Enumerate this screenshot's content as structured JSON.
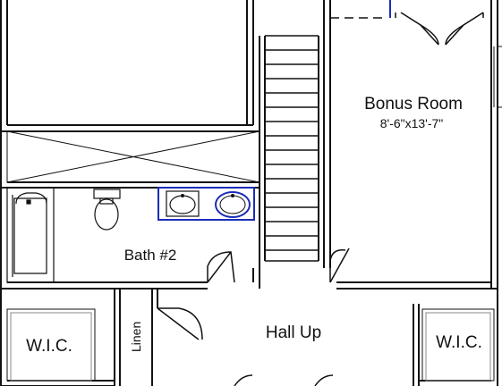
{
  "rooms": {
    "bonus": {
      "name": "Bonus Room",
      "dims": "8'-6\"x13'-7\""
    },
    "bath2": {
      "name": "Bath #2"
    },
    "hall": {
      "name": "Hall Up"
    },
    "wic_left": {
      "name": "W.I.C."
    },
    "wic_right": {
      "name": "W.I.C."
    },
    "linen": {
      "name": "Linen"
    }
  },
  "colors": {
    "wall": "#111111",
    "fixture_blue": "#1a2db8",
    "background": "#ffffff"
  }
}
